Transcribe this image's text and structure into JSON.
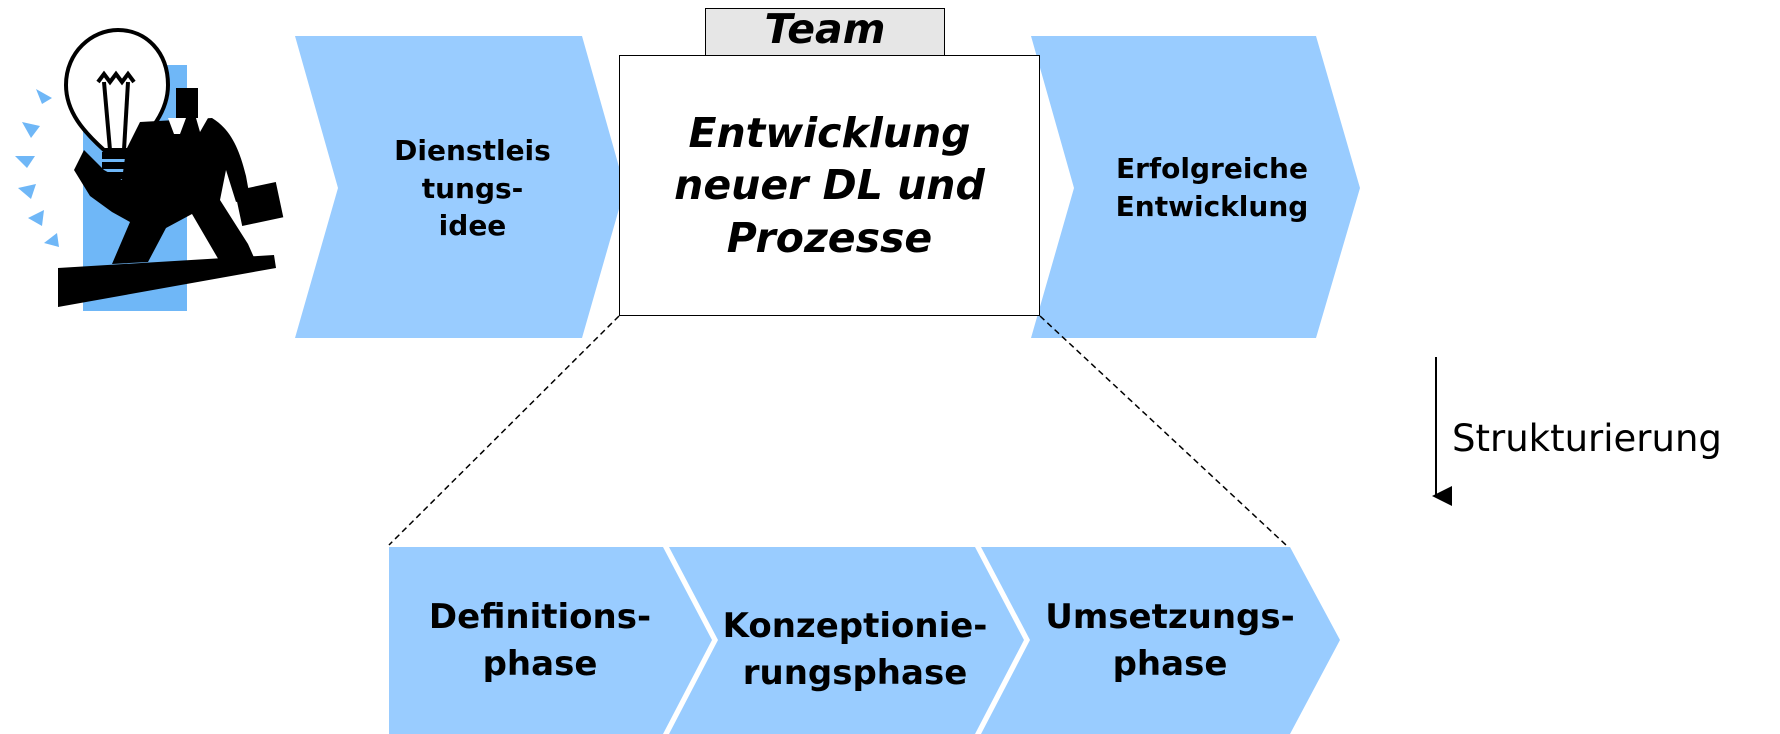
{
  "colors": {
    "chevron_fill": "#99ccff",
    "bulb_blue": "#6fb7f7",
    "team_tab_fill": "#e6e6e6",
    "outline": "#000000"
  },
  "illustration": {
    "icon": "businessman-with-lightbulb-icon"
  },
  "top_flow": {
    "idea_label": "Dienstleis\ntungs-\nidee",
    "team_label": "Team",
    "center_label": "Entwicklung\nneuer DL und\nProzesse",
    "result_label": "Erfolgreiche\nEntwicklung"
  },
  "phases": [
    {
      "label": "Definitions-\nphase"
    },
    {
      "label": "Konzeptionie-\nrungsphase"
    },
    {
      "label": "Umsetzungs-\nphase"
    }
  ],
  "structuring": {
    "label": "Strukturierung",
    "icon": "arrow-down-icon"
  }
}
